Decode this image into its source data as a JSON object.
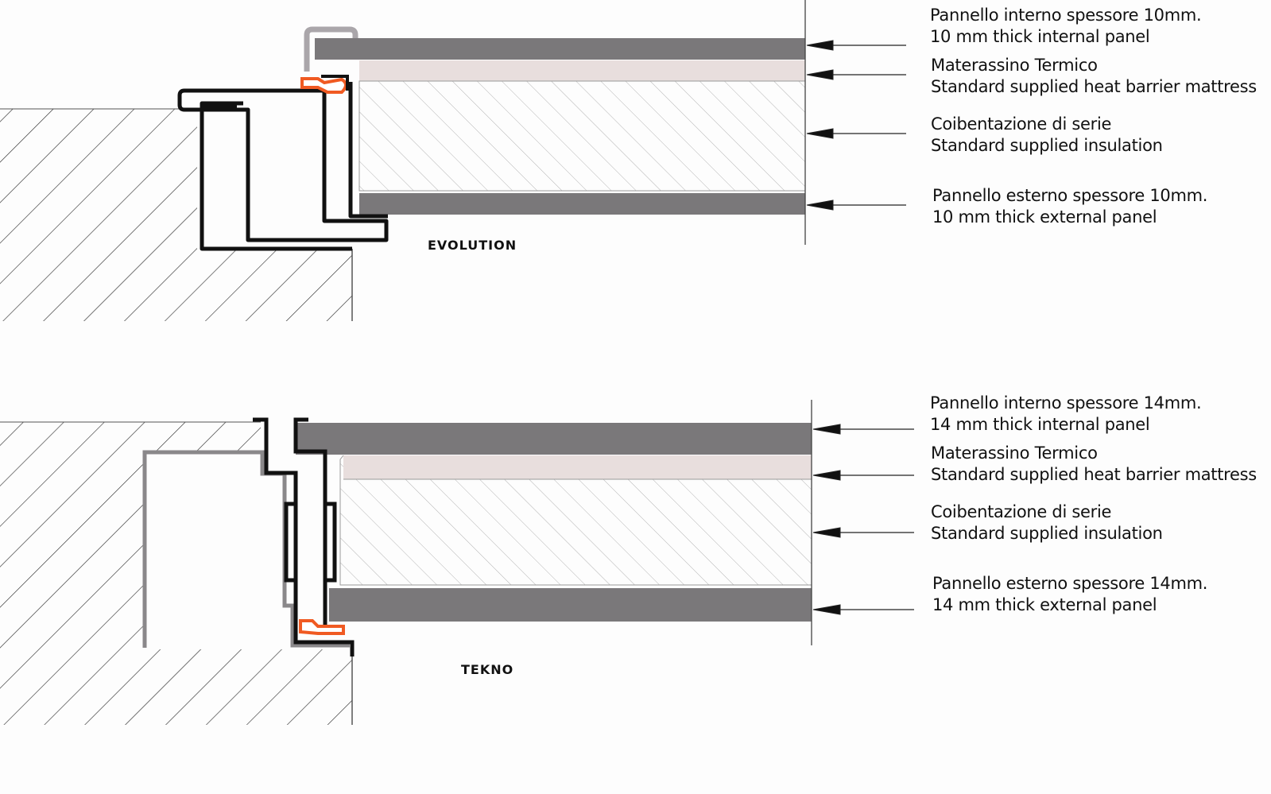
{
  "colors": {
    "panel": "#7a787a",
    "mattress": "#e8dedd",
    "gasket": "#f05a22",
    "frame": "#111111",
    "hatch": "#333333",
    "insulation_hatch": "#aaaaaa",
    "frame_shadow": "#8a888a"
  },
  "sections": [
    {
      "title": "EVOLUTION",
      "callouts": [
        {
          "it": "Pannello interno spessore 10mm.",
          "en": "10 mm thick internal panel"
        },
        {
          "it": "Materassino Termico",
          "en": "Standard supplied heat barrier mattress"
        },
        {
          "it": "Coibentazione di serie",
          "en": "Standard supplied insulation"
        },
        {
          "it": "Pannello esterno spessore 10mm.",
          "en": "10 mm thick external panel"
        }
      ]
    },
    {
      "title": "TEKNO",
      "callouts": [
        {
          "it": "Pannello interno spessore 14mm.",
          "en": "14 mm thick internal panel"
        },
        {
          "it": "Materassino Termico",
          "en": "Standard supplied heat barrier mattress"
        },
        {
          "it": "Coibentazione di serie",
          "en": "Standard supplied insulation"
        },
        {
          "it": "Pannello esterno spessore 14mm.",
          "en": "14 mm thick external panel"
        }
      ]
    }
  ]
}
